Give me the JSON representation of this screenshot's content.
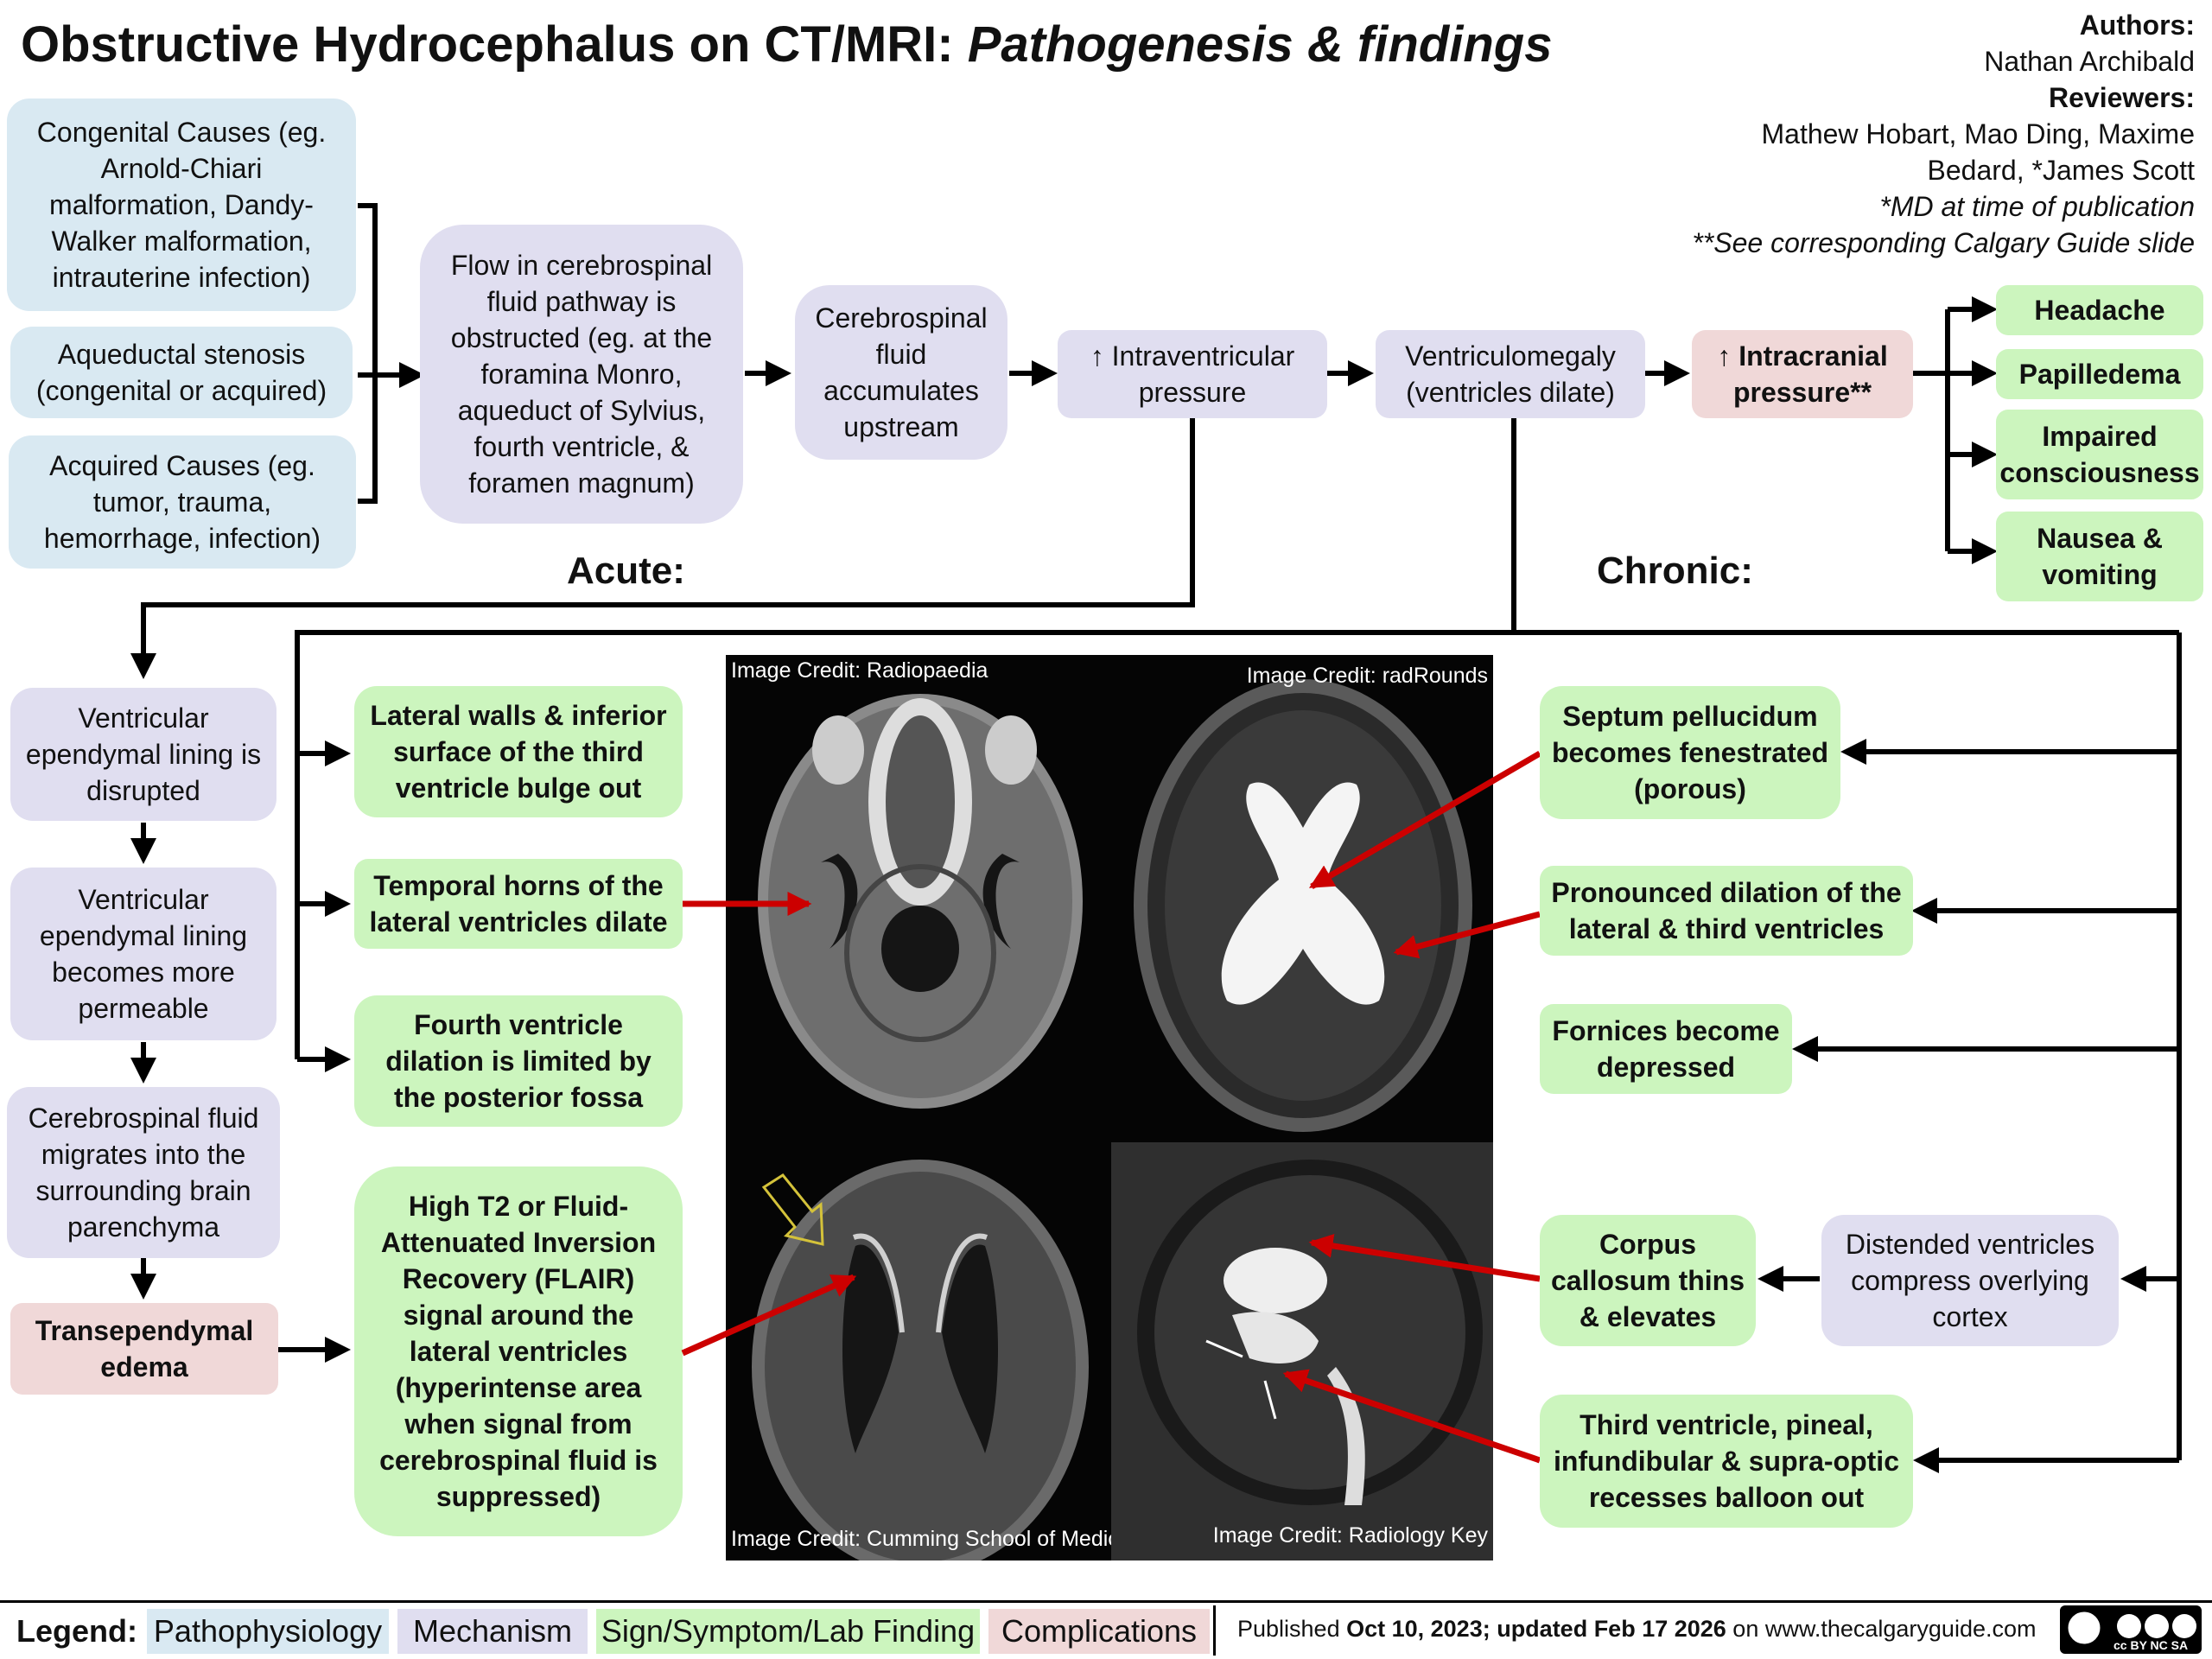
{
  "title": {
    "main": "Obstructive Hydrocephalus on CT/MRI:",
    "sub": "Pathogenesis & findings"
  },
  "credits": {
    "authors_label": "Authors:",
    "authors": "Nathan Archibald",
    "reviewers_label": "Reviewers:",
    "reviewers_line1": "Mathew Hobart, Mao Ding, Maxime",
    "reviewers_line2": "Bedard, *James Scott",
    "md_note": "*MD at time of publication",
    "see_note": "**See corresponding Calgary Guide slide"
  },
  "causes": {
    "congenital": "Congenital Causes (eg. Arnold-Chiari malformation, Dandy-Walker malformation, intrauterine infection)",
    "aqueductal": "Aqueductal stenosis (congenital or acquired)",
    "acquired": "Acquired Causes (eg. tumor, trauma, hemorrhage, infection)"
  },
  "flow": {
    "obstructed": "Flow in cerebrospinal fluid pathway is obstructed (eg. at the foramina Monro, aqueduct of Sylvius, fourth ventricle, & foramen magnum)",
    "accumulates": "Cerebrospinal fluid accumulates upstream",
    "ivp": "↑ Intraventricular pressure",
    "ventriculomegaly": "Ventriculomegaly (ventricles dilate)",
    "icp": "↑ Intracranial pressure**"
  },
  "symptoms": {
    "headache": "Headache",
    "papilledema": "Papilledema",
    "consciousness": "Impaired consciousness",
    "nausea": "Nausea & vomiting"
  },
  "acute": {
    "label": "Acute:",
    "disrupted": "Ventricular ependymal lining is disrupted",
    "permeable": "Ventricular ependymal lining becomes more permeable",
    "migrates": "Cerebrospinal fluid migrates into the surrounding brain parenchyma",
    "edema": "Transependymal edema",
    "lateral_walls": "Lateral walls & inferior surface of the third ventricle bulge out",
    "temporal_horns": "Temporal horns of the lateral ventricles dilate",
    "fourth": "Fourth ventricle dilation is limited by the posterior fossa",
    "flair": "High T2 or Fluid-Attenuated Inversion Recovery (FLAIR) signal around the lateral ventricles (hyperintense area when signal from cerebrospinal fluid is suppressed)"
  },
  "chronic": {
    "label": "Chronic:",
    "septum": "Septum pellucidum becomes fenestrated (porous)",
    "pronounced": "Pronounced dilation of the lateral & third ventricles",
    "fornices": "Fornices become depressed",
    "distended": "Distended ventricles compress overlying cortex",
    "corpus": "Corpus callosum thins & elevates",
    "third": "Third ventricle, pineal, infundibular & supra-optic recesses balloon out"
  },
  "images": {
    "credit_tl": "Image Credit: Radiopaedia",
    "credit_tr": "Image Credit: radRounds",
    "credit_bl": "Image Credit: Cumming School of Medicine",
    "credit_br": "Image Credit: Radiology Key"
  },
  "legend": {
    "label": "Legend:",
    "patho": "Pathophysiology",
    "mech": "Mechanism",
    "sign": "Sign/Symptom/Lab Finding",
    "comp": "Complications"
  },
  "footer": {
    "pub_prefix": "Published ",
    "pub_dates": "Oct 10, 2023; updated Feb 17 2026",
    "pub_suffix": " on www.thecalgaryguide.com",
    "license": "cc BY NC SA"
  },
  "colors": {
    "pathophysiology": "#d9e9f2",
    "mechanism": "#e0def0",
    "sign": "#ccf5be",
    "complication": "#f0d8d8",
    "red_arrow": "#cc0000"
  }
}
